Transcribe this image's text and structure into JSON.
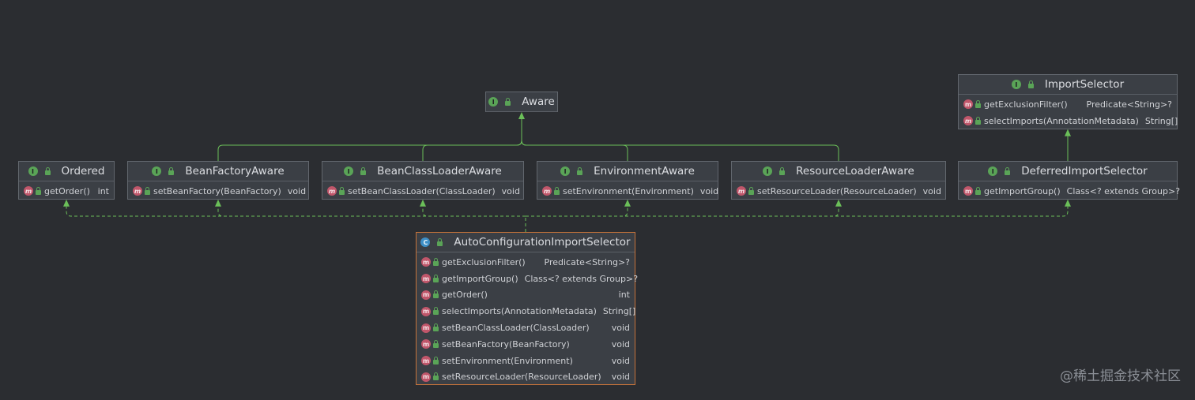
{
  "colors": {
    "background": "#2b2d31",
    "edge": "#6bbf59",
    "box_fill": "#3b3f45",
    "box_border": "#62676e",
    "selected_border": "#c5733a"
  },
  "nodes": {
    "aware": {
      "kind": "I",
      "title": "Aware",
      "rows": []
    },
    "ordered": {
      "kind": "I",
      "title": "Ordered",
      "rows": [
        {
          "icon": "ma",
          "name": "getOrder()",
          "type": "int"
        }
      ]
    },
    "beanfactoryaware": {
      "kind": "I",
      "title": "BeanFactoryAware",
      "rows": [
        {
          "icon": "ma",
          "name": "setBeanFactory(BeanFactory)",
          "type": "void"
        }
      ]
    },
    "beanclassloaderaware": {
      "kind": "I",
      "title": "BeanClassLoaderAware",
      "rows": [
        {
          "icon": "ma",
          "name": "setBeanClassLoader(ClassLoader)",
          "type": "void"
        }
      ]
    },
    "environmentaware": {
      "kind": "I",
      "title": "EnvironmentAware",
      "rows": [
        {
          "icon": "ma",
          "name": "setEnvironment(Environment)",
          "type": "void"
        }
      ]
    },
    "resourceloaderaware": {
      "kind": "I",
      "title": "ResourceLoaderAware",
      "rows": [
        {
          "icon": "ma",
          "name": "setResourceLoader(ResourceLoader)",
          "type": "void"
        }
      ]
    },
    "importselector": {
      "kind": "I",
      "title": "ImportSelector",
      "rows": [
        {
          "icon": "m",
          "name": "getExclusionFilter()",
          "type": "Predicate<String>?"
        },
        {
          "icon": "ma",
          "name": "selectImports(AnnotationMetadata)",
          "type": "String[]"
        }
      ]
    },
    "deferredimportselector": {
      "kind": "I",
      "title": "DeferredImportSelector",
      "rows": [
        {
          "icon": "m",
          "name": "getImportGroup()",
          "type": "Class<? extends Group>?"
        }
      ]
    },
    "autoconfigurationimportselector": {
      "kind": "C",
      "title": "AutoConfigurationImportSelector",
      "rows": [
        {
          "icon": "m",
          "name": "getExclusionFilter()",
          "type": "Predicate<String>?"
        },
        {
          "icon": "m",
          "name": "getImportGroup()",
          "type": "Class<? extends Group>?"
        },
        {
          "icon": "m",
          "name": "getOrder()",
          "type": "int"
        },
        {
          "icon": "m",
          "name": "selectImports(AnnotationMetadata)",
          "type": "String[]"
        },
        {
          "icon": "m",
          "name": "setBeanClassLoader(ClassLoader)",
          "type": "void"
        },
        {
          "icon": "m",
          "name": "setBeanFactory(BeanFactory)",
          "type": "void"
        },
        {
          "icon": "m",
          "name": "setEnvironment(Environment)",
          "type": "void"
        },
        {
          "icon": "m",
          "name": "setResourceLoader(ResourceLoader)",
          "type": "void"
        }
      ]
    }
  },
  "edges": [
    {
      "from": "ordered",
      "to": "aware",
      "kind": "extends"
    },
    {
      "from": "beanfactoryaware",
      "to": "aware",
      "kind": "extends"
    },
    {
      "from": "beanclassloaderaware",
      "to": "aware",
      "kind": "extends"
    },
    {
      "from": "environmentaware",
      "to": "aware",
      "kind": "extends"
    },
    {
      "from": "resourceloaderaware",
      "to": "aware",
      "kind": "extends"
    },
    {
      "from": "deferredimportselector",
      "to": "importselector",
      "kind": "extends"
    },
    {
      "from": "autoconfigurationimportselector",
      "to": "ordered",
      "kind": "implements"
    },
    {
      "from": "autoconfigurationimportselector",
      "to": "beanfactoryaware",
      "kind": "implements"
    },
    {
      "from": "autoconfigurationimportselector",
      "to": "beanclassloaderaware",
      "kind": "implements"
    },
    {
      "from": "autoconfigurationimportselector",
      "to": "environmentaware",
      "kind": "implements"
    },
    {
      "from": "autoconfigurationimportselector",
      "to": "resourceloaderaware",
      "kind": "implements"
    },
    {
      "from": "autoconfigurationimportselector",
      "to": "deferredimportselector",
      "kind": "implements"
    }
  ],
  "watermark": "@稀土掘金技术社区"
}
